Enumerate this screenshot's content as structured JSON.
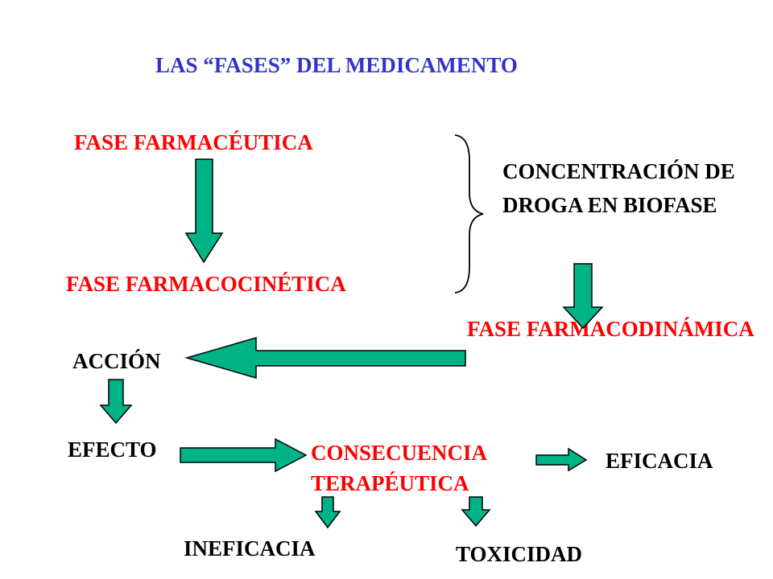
{
  "title": "LAS “FASES” DEL MEDICAMENTO",
  "nodes": {
    "fase_farmaceutica": "FASE FARMACÉUTICA",
    "fase_farmacocinetica": "FASE FARMACOCINÉTICA",
    "concentracion": "CONCENTRACIÓN DE DROGA EN BIOFASE",
    "fase_farmacodinamica": "FASE FARMACODINÁMICA",
    "accion": "ACCIÓN",
    "efecto": "EFECTO",
    "consecuencia": "CONSECUENCIA TERAPÉUTICA",
    "eficacia": "EFICACIA",
    "ineficacia": "INEFICACIA",
    "toxicidad": "TOXICIDAD"
  },
  "colors": {
    "title": "#3333cc",
    "red_label": "#ff0000",
    "black_label": "#000000",
    "arrow_fill": "#00b386",
    "arrow_stroke": "#000000",
    "brace": "#000000"
  },
  "icons": [
    "down-arrow-icon",
    "left-arrow-icon",
    "right-arrow-icon",
    "curly-brace-icon"
  ]
}
